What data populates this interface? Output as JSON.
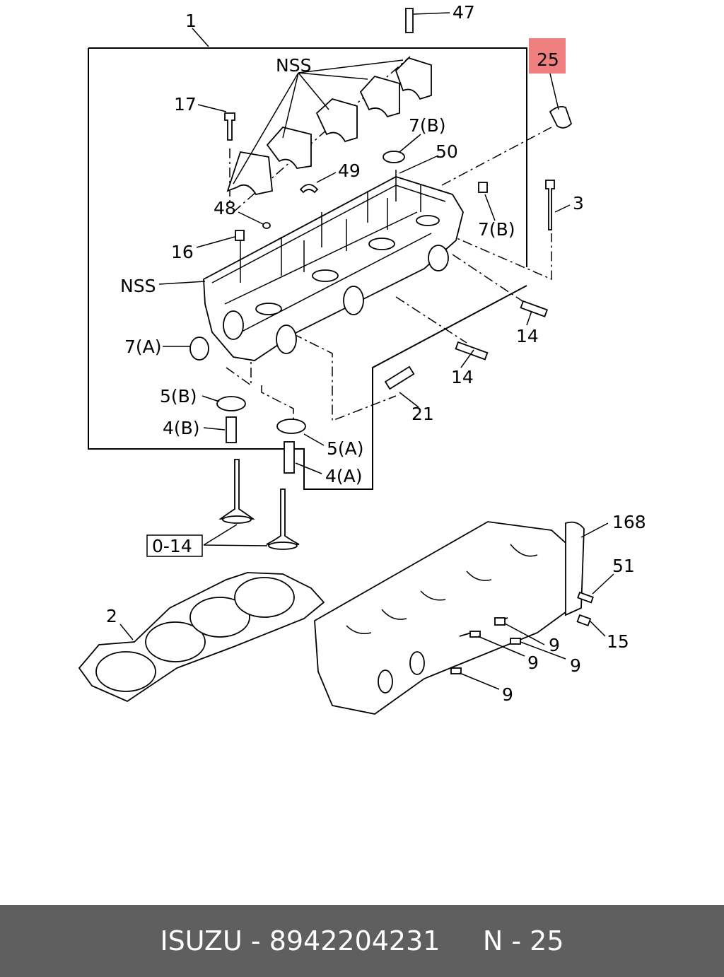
{
  "diagram": {
    "callouts": [
      {
        "id": "1",
        "text": "1"
      },
      {
        "id": "47",
        "text": "47"
      },
      {
        "id": "nss_top",
        "text": "NSS"
      },
      {
        "id": "25",
        "text": "25",
        "highlighted": true
      },
      {
        "id": "17",
        "text": "17"
      },
      {
        "id": "7b_upper",
        "text": "7(B)"
      },
      {
        "id": "50",
        "text": "50"
      },
      {
        "id": "49",
        "text": "49"
      },
      {
        "id": "3",
        "text": "3"
      },
      {
        "id": "48",
        "text": "48"
      },
      {
        "id": "7b_right",
        "text": "7(B)"
      },
      {
        "id": "16",
        "text": "16"
      },
      {
        "id": "nss_left",
        "text": "NSS"
      },
      {
        "id": "14_upper",
        "text": "14"
      },
      {
        "id": "7a",
        "text": "7(A)"
      },
      {
        "id": "14_lower",
        "text": "14"
      },
      {
        "id": "5b",
        "text": "5(B)"
      },
      {
        "id": "21",
        "text": "21"
      },
      {
        "id": "4b",
        "text": "4(B)"
      },
      {
        "id": "5a",
        "text": "5(A)"
      },
      {
        "id": "4a",
        "text": "4(A)"
      },
      {
        "id": "0-14",
        "text": "0-14",
        "boxed": true
      },
      {
        "id": "168",
        "text": "168"
      },
      {
        "id": "51",
        "text": "51"
      },
      {
        "id": "2",
        "text": "2"
      },
      {
        "id": "15",
        "text": "15"
      },
      {
        "id": "9_a",
        "text": "9"
      },
      {
        "id": "9_b",
        "text": "9"
      },
      {
        "id": "9_c",
        "text": "9"
      },
      {
        "id": "9_d",
        "text": "9"
      }
    ],
    "highlight_color": "#f08080"
  },
  "footer": {
    "brand": "ISUZU",
    "separator": "-",
    "part_number": "8942204231",
    "page": "N - 25",
    "background": "#5f5f5f"
  }
}
